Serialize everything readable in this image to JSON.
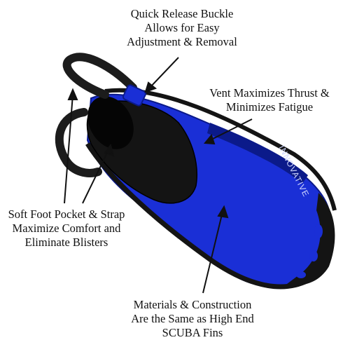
{
  "image": {
    "subject": "snorkel-fin",
    "colors": {
      "blade_blue": "#1a2fd6",
      "blade_blue_dark": "#0b1a8a",
      "rubber_black": "#141414",
      "strap_black": "#1c1c1c"
    }
  },
  "callouts": {
    "buckle": {
      "lines": [
        "Quick Release Buckle",
        "Allows for Easy",
        "Adjustment & Removal"
      ]
    },
    "vent": {
      "lines": [
        "Vent Maximizes Thrust &",
        "Minimizes Fatigue"
      ]
    },
    "pocket": {
      "lines": [
        "Soft Foot Pocket & Strap",
        "Maximize  Comfort and",
        "Eliminate Blisters"
      ]
    },
    "materials": {
      "lines": [
        "Materials  & Construction",
        "Are the Same as High End",
        "SCUBA Fins"
      ]
    }
  },
  "fin_brand": "INNOVATIVE"
}
